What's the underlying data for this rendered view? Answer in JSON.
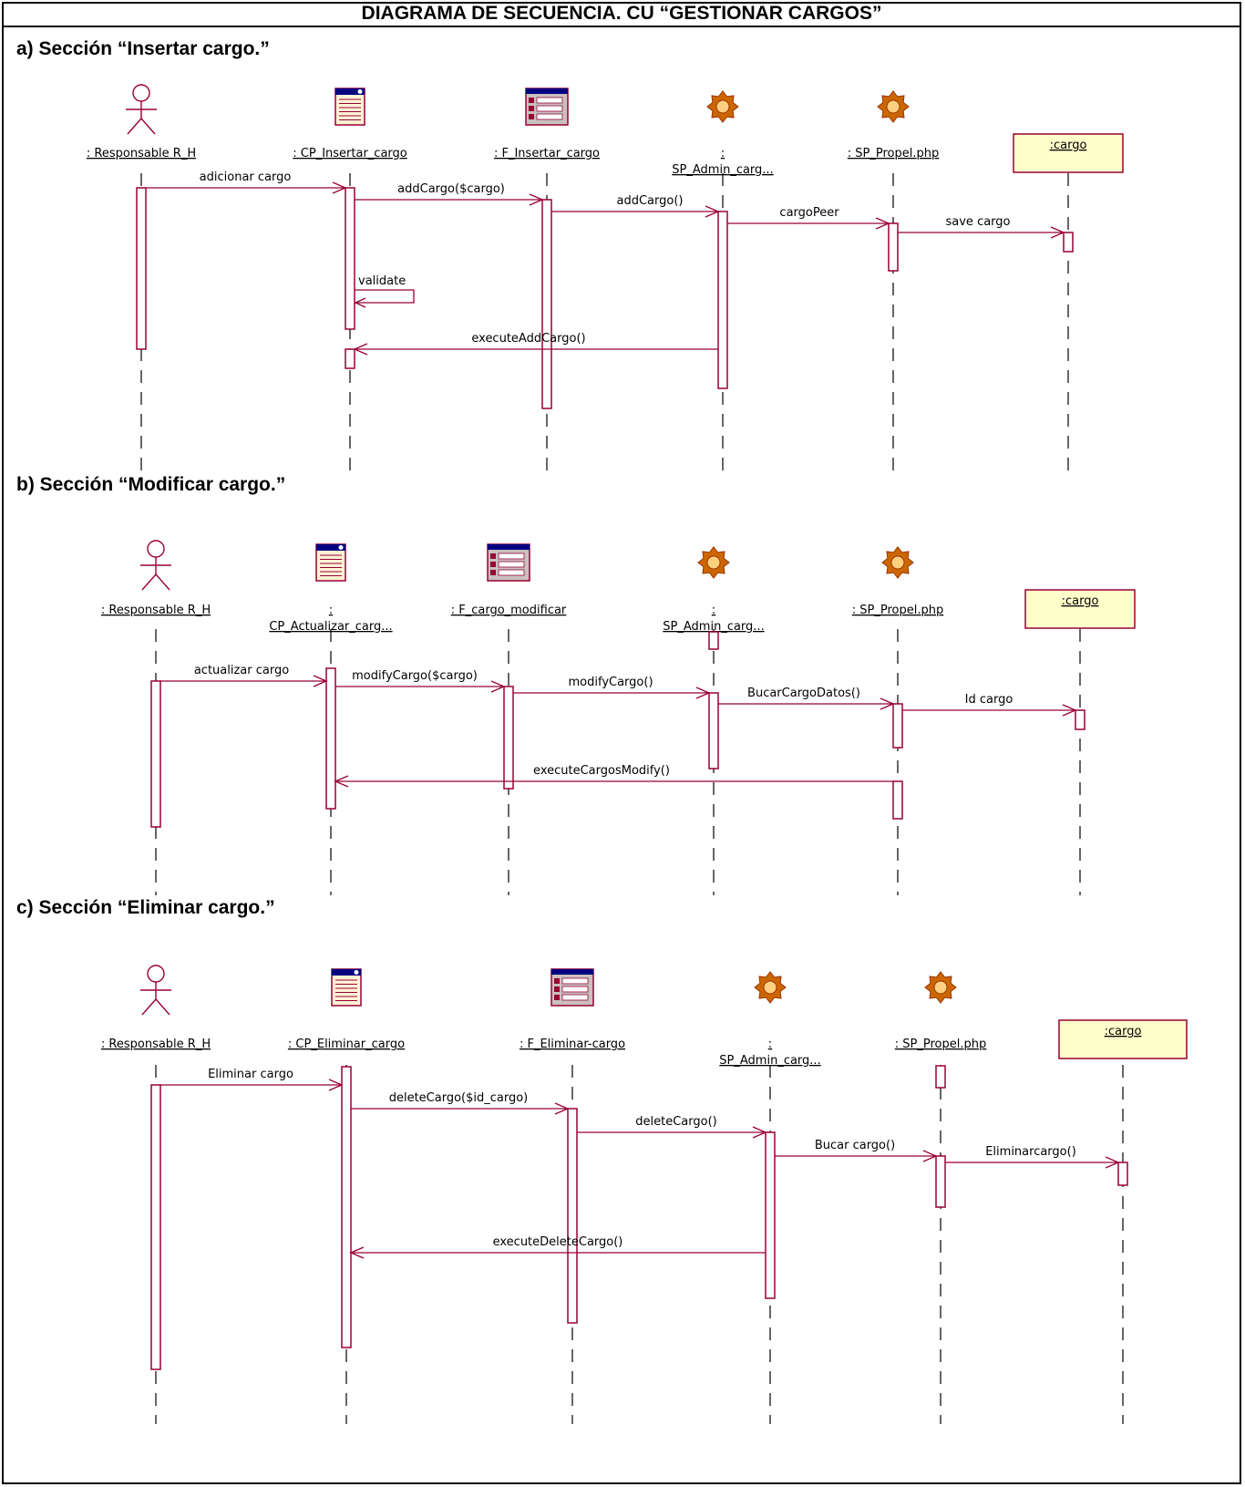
{
  "title": "DIAGRAMA DE SECUENCIA. CU “GESTIONAR CARGOS”",
  "colors": {
    "line": "#990033",
    "box_fill": "#ffffcc",
    "gear": "#cc6600",
    "form_header": "#000080"
  },
  "sections": [
    {
      "heading": "a) Sección “Insertar cargo.”",
      "lifelines": [
        {
          "name": ": Responsable R_H",
          "kind": "actor",
          "icon": "actor-icon"
        },
        {
          "name": ": CP_Insertar_cargo",
          "kind": "boundary",
          "icon": "window-icon"
        },
        {
          "name": ": F_Insertar_cargo",
          "kind": "form",
          "icon": "form-icon"
        },
        {
          "name_lines": [
            ":",
            "SP_Admin_carg..."
          ],
          "kind": "service",
          "icon": "gear-icon"
        },
        {
          "name": ": SP_Propel.php",
          "kind": "service",
          "icon": "gear-icon"
        },
        {
          "name": ":cargo",
          "kind": "entity"
        }
      ],
      "messages": [
        {
          "label": "adicionar cargo",
          "from": 0,
          "to": 1
        },
        {
          "label": "addCargo($cargo)",
          "from": 1,
          "to": 2
        },
        {
          "label": "addCargo()",
          "from": 2,
          "to": 3
        },
        {
          "label": "cargoPeer",
          "from": 3,
          "to": 4
        },
        {
          "label": "save cargo",
          "from": 4,
          "to": 5
        },
        {
          "label": "validate",
          "from": 1,
          "to": 1
        },
        {
          "label": "executeAddCargo()",
          "from": 3,
          "to": 1
        }
      ]
    },
    {
      "heading": "b) Sección “Modificar cargo.”",
      "lifelines": [
        {
          "name": ": Responsable R_H",
          "kind": "actor",
          "icon": "actor-icon"
        },
        {
          "name_lines": [
            ":",
            "CP_Actualizar_carg..."
          ],
          "kind": "boundary",
          "icon": "window-icon"
        },
        {
          "name": ": F_cargo_modificar",
          "kind": "form",
          "icon": "form-icon"
        },
        {
          "name_lines": [
            ":",
            "SP_Admin_carg..."
          ],
          "kind": "service",
          "icon": "gear-icon"
        },
        {
          "name": ": SP_Propel.php",
          "kind": "service",
          "icon": "gear-icon"
        },
        {
          "name": ":cargo",
          "kind": "entity"
        }
      ],
      "messages": [
        {
          "label": "actualizar cargo",
          "from": 0,
          "to": 1
        },
        {
          "label": "modifyCargo($cargo)",
          "from": 1,
          "to": 2
        },
        {
          "label": "modifyCargo()",
          "from": 2,
          "to": 3
        },
        {
          "label": "BucarCargoDatos()",
          "from": 3,
          "to": 4
        },
        {
          "label": "Id cargo",
          "from": 4,
          "to": 5
        },
        {
          "label": "executeCargosModify()",
          "from": 4,
          "to": 1
        }
      ]
    },
    {
      "heading": "c) Sección “Eliminar cargo.”",
      "lifelines": [
        {
          "name": ": Responsable R_H",
          "kind": "actor",
          "icon": "actor-icon"
        },
        {
          "name": ": CP_Eliminar_cargo",
          "kind": "boundary",
          "icon": "window-icon"
        },
        {
          "name": ": F_Eliminar-cargo",
          "kind": "form",
          "icon": "form-icon"
        },
        {
          "name_lines": [
            ":",
            "SP_Admin_carg..."
          ],
          "kind": "service",
          "icon": "gear-icon"
        },
        {
          "name": ": SP_Propel.php",
          "kind": "service",
          "icon": "gear-icon"
        },
        {
          "name": ":cargo",
          "kind": "entity"
        }
      ],
      "messages": [
        {
          "label": "Eliminar cargo",
          "from": 0,
          "to": 1
        },
        {
          "label": "deleteCargo($id_cargo)",
          "from": 1,
          "to": 2
        },
        {
          "label": "deleteCargo()",
          "from": 2,
          "to": 3
        },
        {
          "label": "Bucar cargo()",
          "from": 3,
          "to": 4
        },
        {
          "label": "Eliminarcargo()",
          "from": 4,
          "to": 5
        },
        {
          "label": "executeDeleteCargo()",
          "from": 3,
          "to": 1
        }
      ]
    }
  ]
}
